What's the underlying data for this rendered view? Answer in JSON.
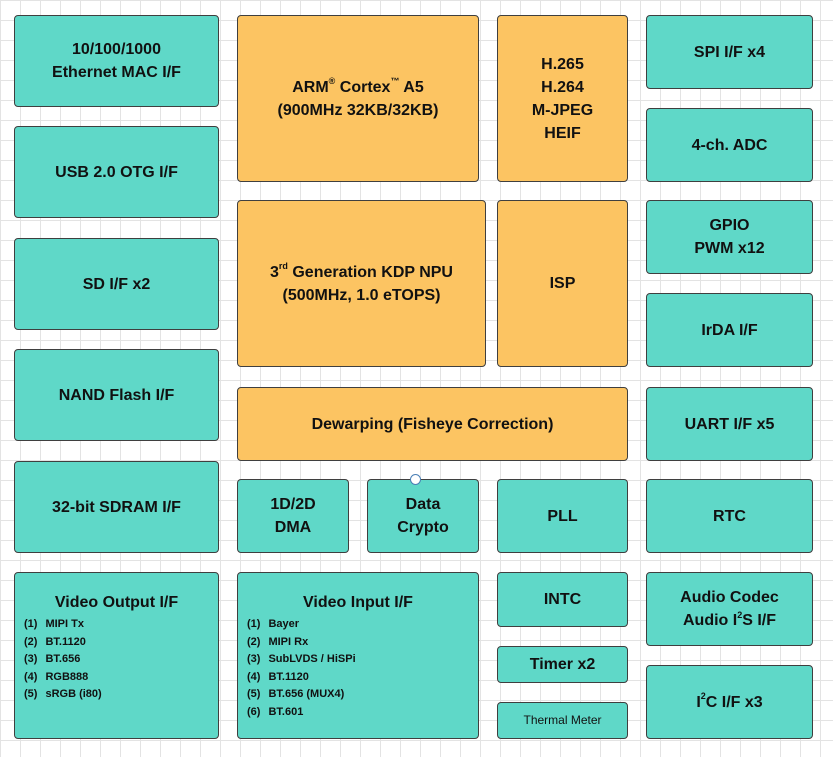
{
  "left_column": {
    "ethernet": [
      "10/100/1000",
      "Ethernet MAC I/F"
    ],
    "usb": "USB 2.0 OTG I/F",
    "sd": "SD I/F x2",
    "nand": "NAND Flash I/F",
    "sdram": "32-bit SDRAM I/F"
  },
  "core": {
    "arm_line1_prefix": "ARM",
    "arm_reg": "®",
    "arm_line1_mid": " Cortex",
    "arm_tm": "™",
    "arm_line1_suffix": " A5",
    "arm_line2": "(900MHz 32KB/32KB)",
    "codec": [
      "H.265",
      "H.264",
      "M-JPEG",
      "HEIF"
    ],
    "npu_num": "3",
    "npu_sup": "rd",
    "npu_line1_rest": " Generation KDP NPU",
    "npu_line2": "(500MHz, 1.0 eTOPS)",
    "isp": "ISP",
    "dewarp": "Dewarping (Fisheye Correction)"
  },
  "middle": {
    "dma": [
      "1D/2D",
      "DMA"
    ],
    "crypto": [
      "Data",
      "Crypto"
    ],
    "pll": "PLL",
    "intc": "INTC",
    "timer": "Timer x2",
    "thermal": "Thermal Meter"
  },
  "video_output": {
    "title": "Video Output I/F",
    "items": [
      {
        "num": "(1)",
        "label": "MIPI Tx"
      },
      {
        "num": "(2)",
        "label": "BT.1120"
      },
      {
        "num": "(3)",
        "label": "BT.656"
      },
      {
        "num": "(4)",
        "label": "RGB888"
      },
      {
        "num": "(5)",
        "label": "sRGB (i80)"
      }
    ]
  },
  "video_input": {
    "title": "Video Input I/F",
    "items": [
      {
        "num": "(1)",
        "label": "Bayer"
      },
      {
        "num": "(2)",
        "label": "MIPI Rx"
      },
      {
        "num": "(3)",
        "label": "SubLVDS / HiSPi"
      },
      {
        "num": "(4)",
        "label": "BT.1120"
      },
      {
        "num": "(5)",
        "label": "BT.656 (MUX4)"
      },
      {
        "num": "(6)",
        "label": "BT.601"
      }
    ]
  },
  "right_column": {
    "spi": "SPI I/F x4",
    "adc": "4-ch. ADC",
    "gpio": [
      "GPIO",
      "PWM x12"
    ],
    "irda": "IrDA I/F",
    "uart": "UART I/F x5",
    "rtc": "RTC",
    "audio_line1": "Audio Codec",
    "audio_line2_prefix": "Audio I",
    "audio_sup": "2",
    "audio_line2_suffix": "S I/F",
    "i2c_prefix": "I",
    "i2c_sup": "2",
    "i2c_suffix": "C I/F x3"
  }
}
